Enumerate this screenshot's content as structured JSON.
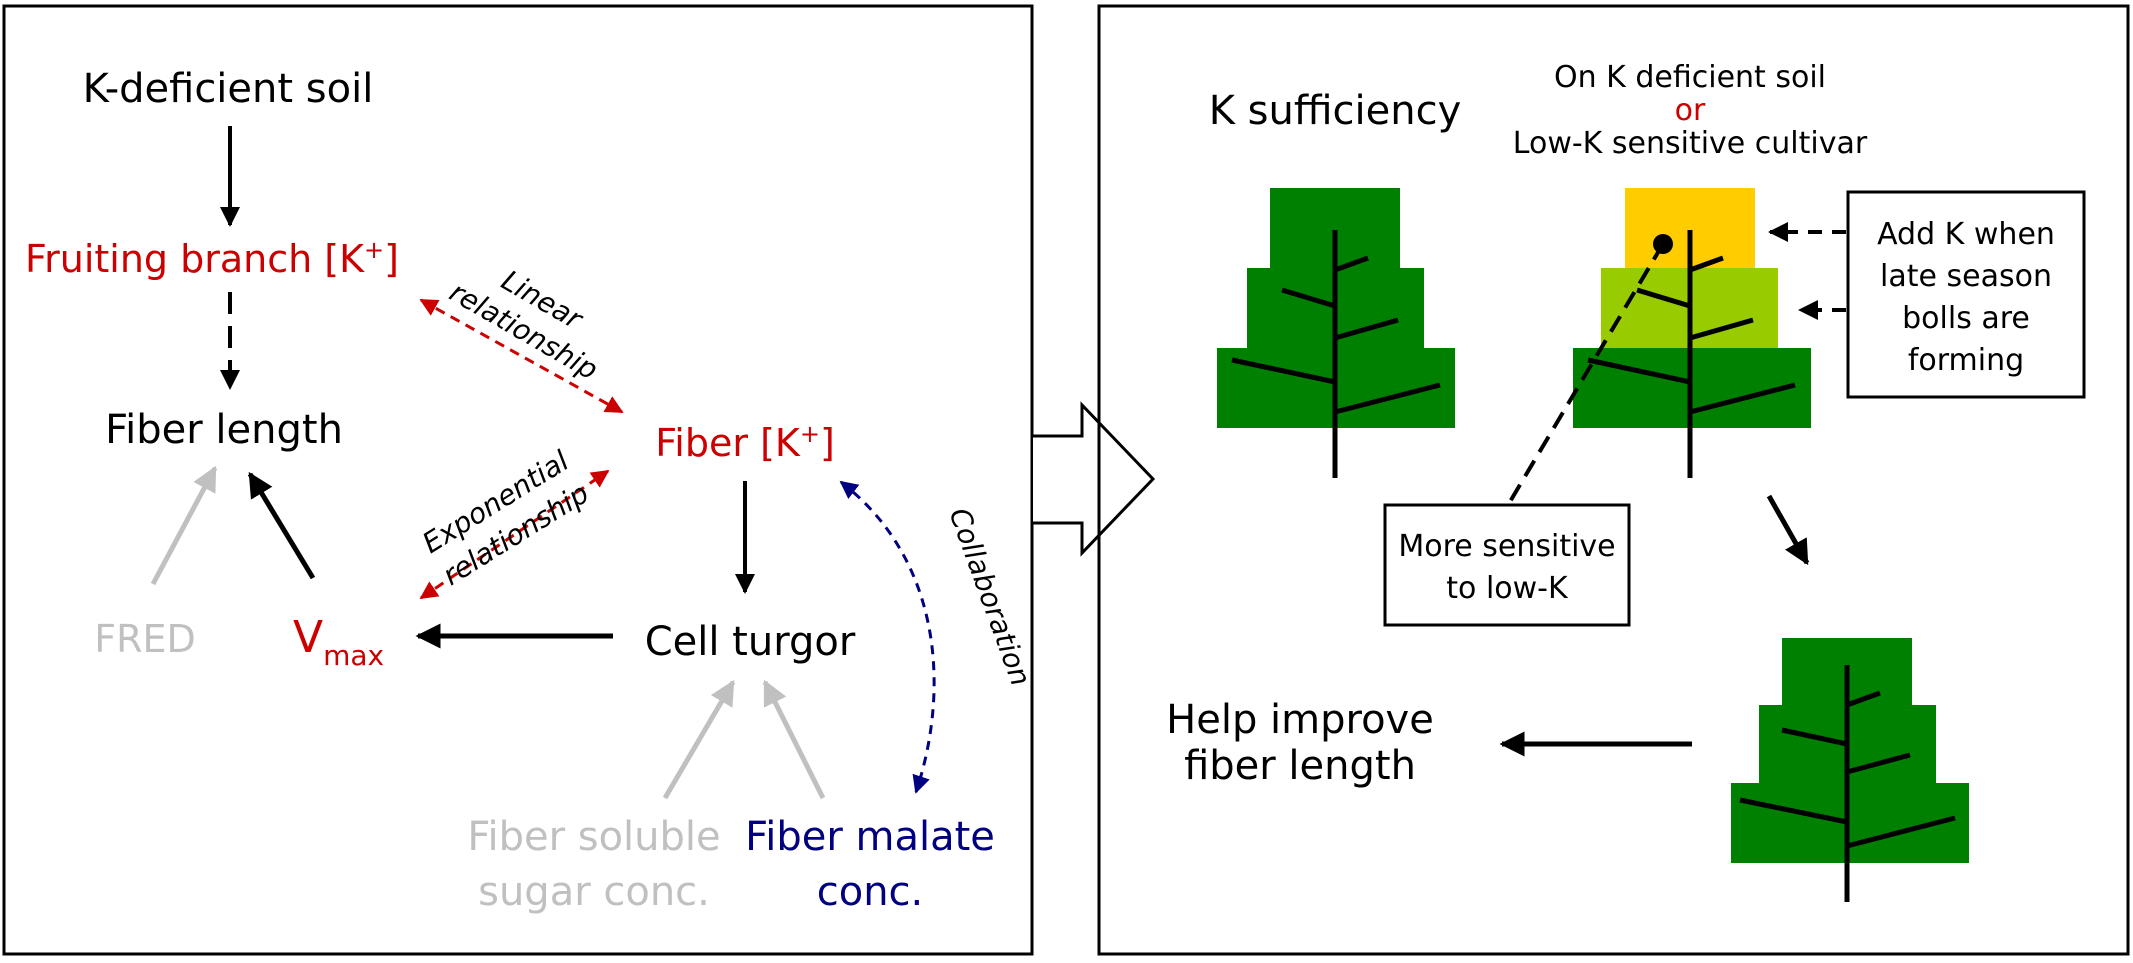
{
  "left_panel": {
    "k_deficient_soil": "K-deficient soil",
    "fruiting_branch_base": "Fruiting branch [K",
    "fruiting_branch_sup": "+",
    "fruiting_branch_close": "]",
    "fiber_length": "Fiber length",
    "fiber_k_base": "Fiber [K",
    "fiber_k_sup": "+",
    "fiber_k_close": "]",
    "linear_line1": "Linear",
    "linear_line2": "relationship",
    "exponential_line1": "Exponential",
    "exponential_line2": "relationship",
    "collaboration": "Collaboration",
    "fred": "FRED",
    "vmax_main": "V",
    "vmax_sub": "max",
    "cell_turgor": "Cell turgor",
    "soluble_sugar_line1": "Fiber soluble",
    "soluble_sugar_line2": "sugar conc.",
    "malate_line1": "Fiber malate",
    "malate_line2": "conc."
  },
  "right_panel": {
    "k_sufficiency": "K sufficiency",
    "deficient_line1": "On K deficient soil",
    "deficient_or": "or",
    "deficient_line3": "Low-K sensitive cultivar",
    "add_k_box": [
      "Add K when",
      "late season",
      "bolls are",
      "forming"
    ],
    "sensitive_box": [
      "More sensitive",
      "to low-K"
    ],
    "help_line1": "Help improve",
    "help_line2": "fiber length"
  },
  "colors": {
    "red": "#cc0000",
    "navy": "#000080",
    "gray": "#c0c0c0",
    "dark_green": "#008000",
    "light_green": "#99cc00",
    "yellow": "#ffcc00",
    "black": "#000000"
  }
}
